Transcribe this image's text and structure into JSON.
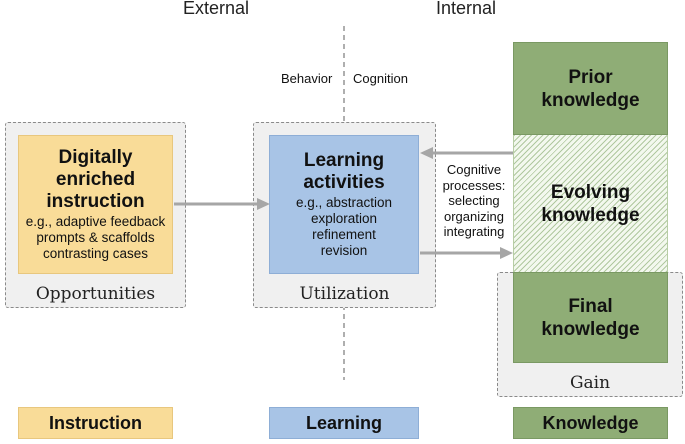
{
  "headers": {
    "external": "External",
    "internal": "Internal"
  },
  "divider_labels": {
    "behavior": "Behavior",
    "cognition": "Cognition"
  },
  "opportunities": {
    "title_lines": [
      "Digitally",
      "enriched",
      "instruction"
    ],
    "details": [
      "e.g., adaptive feedback",
      "prompts & scaffolds",
      "contrasting cases"
    ],
    "frame_label": "Opportunities"
  },
  "utilization": {
    "title_lines": [
      "Learning",
      "activities"
    ],
    "details": [
      "e.g., abstraction",
      "exploration",
      "refinement",
      "revision"
    ],
    "frame_label": "Utilization"
  },
  "cognitive_processes": [
    "Cognitive",
    "processes:",
    "selecting",
    "organizing",
    "integrating"
  ],
  "knowledge": {
    "prior": [
      "Prior",
      "knowledge"
    ],
    "evolving": [
      "Evolving",
      "knowledge"
    ],
    "final": [
      "Final",
      "knowledge"
    ],
    "frame_label": "Gain"
  },
  "legend": {
    "instruction": "Instruction",
    "learning": "Learning",
    "knowledge": "Knowledge"
  },
  "colors": {
    "instruction": "#f9dc98",
    "learning": "#a8c4e6",
    "knowledge": "#8fad76",
    "frame": "#f0f0f0",
    "arrow": "#a6a6a6"
  }
}
